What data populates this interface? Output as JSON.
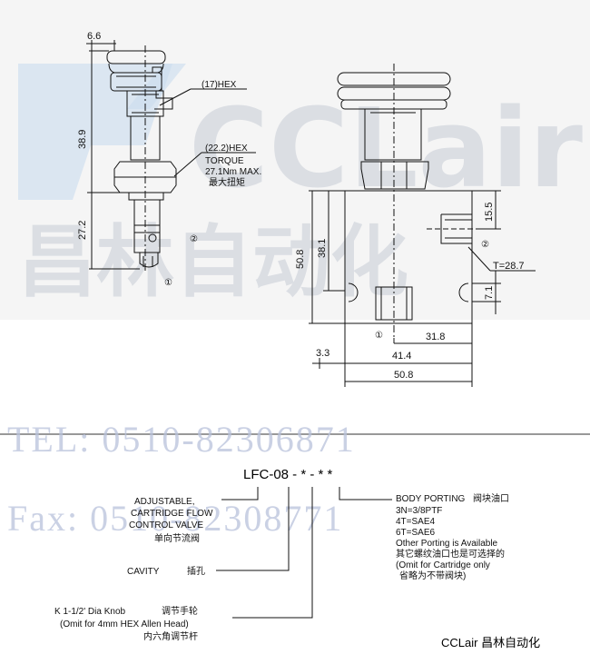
{
  "watermark": {
    "logo_text": "CCLair",
    "logo_cn": "昌林自动化",
    "tel": "TEL: 0510-82306871",
    "fax": "Fax: 0510-82308771"
  },
  "dimensions": {
    "d_6_6": "6.6",
    "d_38_9": "38.9",
    "d_27_2": "27.2",
    "d_50_8_v": "50.8",
    "d_38_1": "38.1",
    "d_15_5": "15.5",
    "d_7_1": "7.1",
    "d_t": "T=28.7",
    "d_31_8": "31.8",
    "d_3_3": "3.3",
    "d_41_4": "41.4",
    "d_50_8_h": "50.8"
  },
  "callouts": {
    "hex17": "(17)HEX",
    "hex22": "(22.2)HEX",
    "torque": "TORQUE",
    "torque_val": "27.1Nm MAX.",
    "torque_cn": "最大扭矩",
    "port1": "①",
    "port2": "②"
  },
  "model": {
    "code": "LFC-08 - * - * *"
  },
  "legend": {
    "adjustable": [
      "ADJUSTABLE,",
      "CARTRIDGE FLOW",
      "CONTROL VALVE"
    ],
    "adjustable_cn": "单向节流阀",
    "cavity": "CAVITY",
    "cavity_cn": "插孔",
    "knob_line1": "K 1-1/2' Dia Knob",
    "knob_cn": "调节手轮",
    "knob_line2": "(Omit for 4mm HEX Allen Head)",
    "knob_cn2": "内六角调节杆",
    "body_porting": "BODY PORTING",
    "body_porting_cn": "阀块油口",
    "ports": [
      "3N=3/8PTF",
      "4T=SAE4",
      "6T=SAE6"
    ],
    "other": "Other Porting is Available",
    "other_cn": "其它螺纹油口也是可选择的",
    "omit": "(Omit for Cartridge only",
    "omit_cn": "省略为不带阀块)"
  },
  "footer": {
    "brand": "CCLair 昌林自动化"
  }
}
